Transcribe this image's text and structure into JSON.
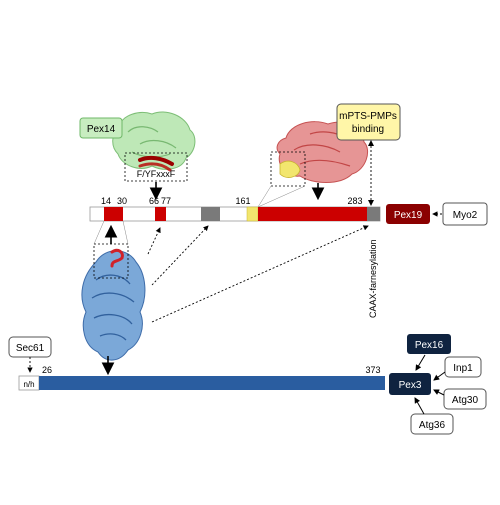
{
  "labels": {
    "pex14": "Pex14",
    "motif": "F/YFxxxF",
    "mpts_line1": "mPTS-PMPs",
    "mpts_line2": "binding",
    "pex19": "Pex19",
    "myo2": "Myo2",
    "caax": "CAAX-farnesylation",
    "sec61": "Sec61",
    "nh": "n/h",
    "pex3": "Pex3",
    "pex16": "Pex16",
    "inp1": "Inp1",
    "atg30": "Atg30",
    "atg36": "Atg36"
  },
  "pex19_positions": {
    "p14": "14",
    "p30": "30",
    "p66": "66",
    "p77": "77",
    "p161": "161",
    "p283": "283"
  },
  "pex3_positions": {
    "p26": "26",
    "p373": "373"
  },
  "colors": {
    "red": "#cc0000",
    "dark_red": "#8b0000",
    "navy": "#0f2340",
    "steel_blue": "#2a5da0",
    "gray": "#7a7a7a",
    "yellow": "#f2e66e",
    "pex14_green": "#c8edc0",
    "mpts_yellow": "#fff6a8"
  }
}
